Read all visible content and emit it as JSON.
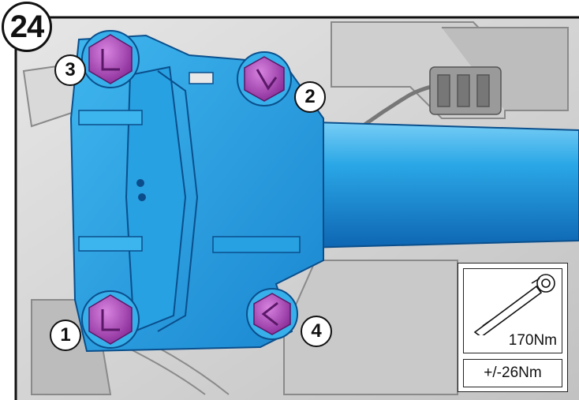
{
  "step": {
    "number": "24"
  },
  "bolts": [
    {
      "label": "1"
    },
    {
      "label": "2"
    },
    {
      "label": "3"
    },
    {
      "label": "4"
    }
  ],
  "spec": {
    "tool_icon": "torque-wrench-icon",
    "torque": "170Nm",
    "tolerance": "+/-26Nm"
  },
  "colors": {
    "component_highlight": "#2aa7e6",
    "bolt_highlight": "#b84fc4",
    "background": "#d6d6d6"
  }
}
